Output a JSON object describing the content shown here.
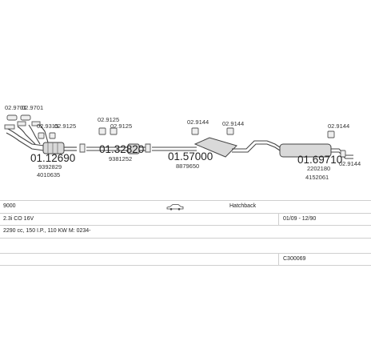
{
  "diagram": {
    "parts": [
      {
        "code": "01.12690",
        "oem": [
          "9392829",
          "4010635"
        ]
      },
      {
        "code": "01.32820",
        "oem": [
          "9381252"
        ]
      },
      {
        "code": "01.57000",
        "oem": [
          "8879650"
        ]
      },
      {
        "code": "01.69710",
        "oem": [
          "2202180",
          "4152061"
        ]
      }
    ],
    "accessories": [
      {
        "code": "02.9701"
      },
      {
        "code": "02.9701"
      },
      {
        "code": "02.9315"
      },
      {
        "code": "02.9125"
      },
      {
        "code": "02.9125"
      },
      {
        "code": "02.9125"
      },
      {
        "code": "02.9144"
      },
      {
        "code": "02.9144"
      },
      {
        "code": "02.9144"
      },
      {
        "code": "02.9144"
      }
    ]
  },
  "info": {
    "model": "9000",
    "body_type": "Hatchback",
    "engine": "2.3i CO 16V",
    "date_range": "01/09 - 12/90",
    "specs": "2290 cc, 150 I.P., 110 KW M: 0234-",
    "kit_code": "C300069"
  },
  "colors": {
    "line": "#444444",
    "shell_fill": "#d9d9d9",
    "table_line": "#cfcfcf"
  }
}
